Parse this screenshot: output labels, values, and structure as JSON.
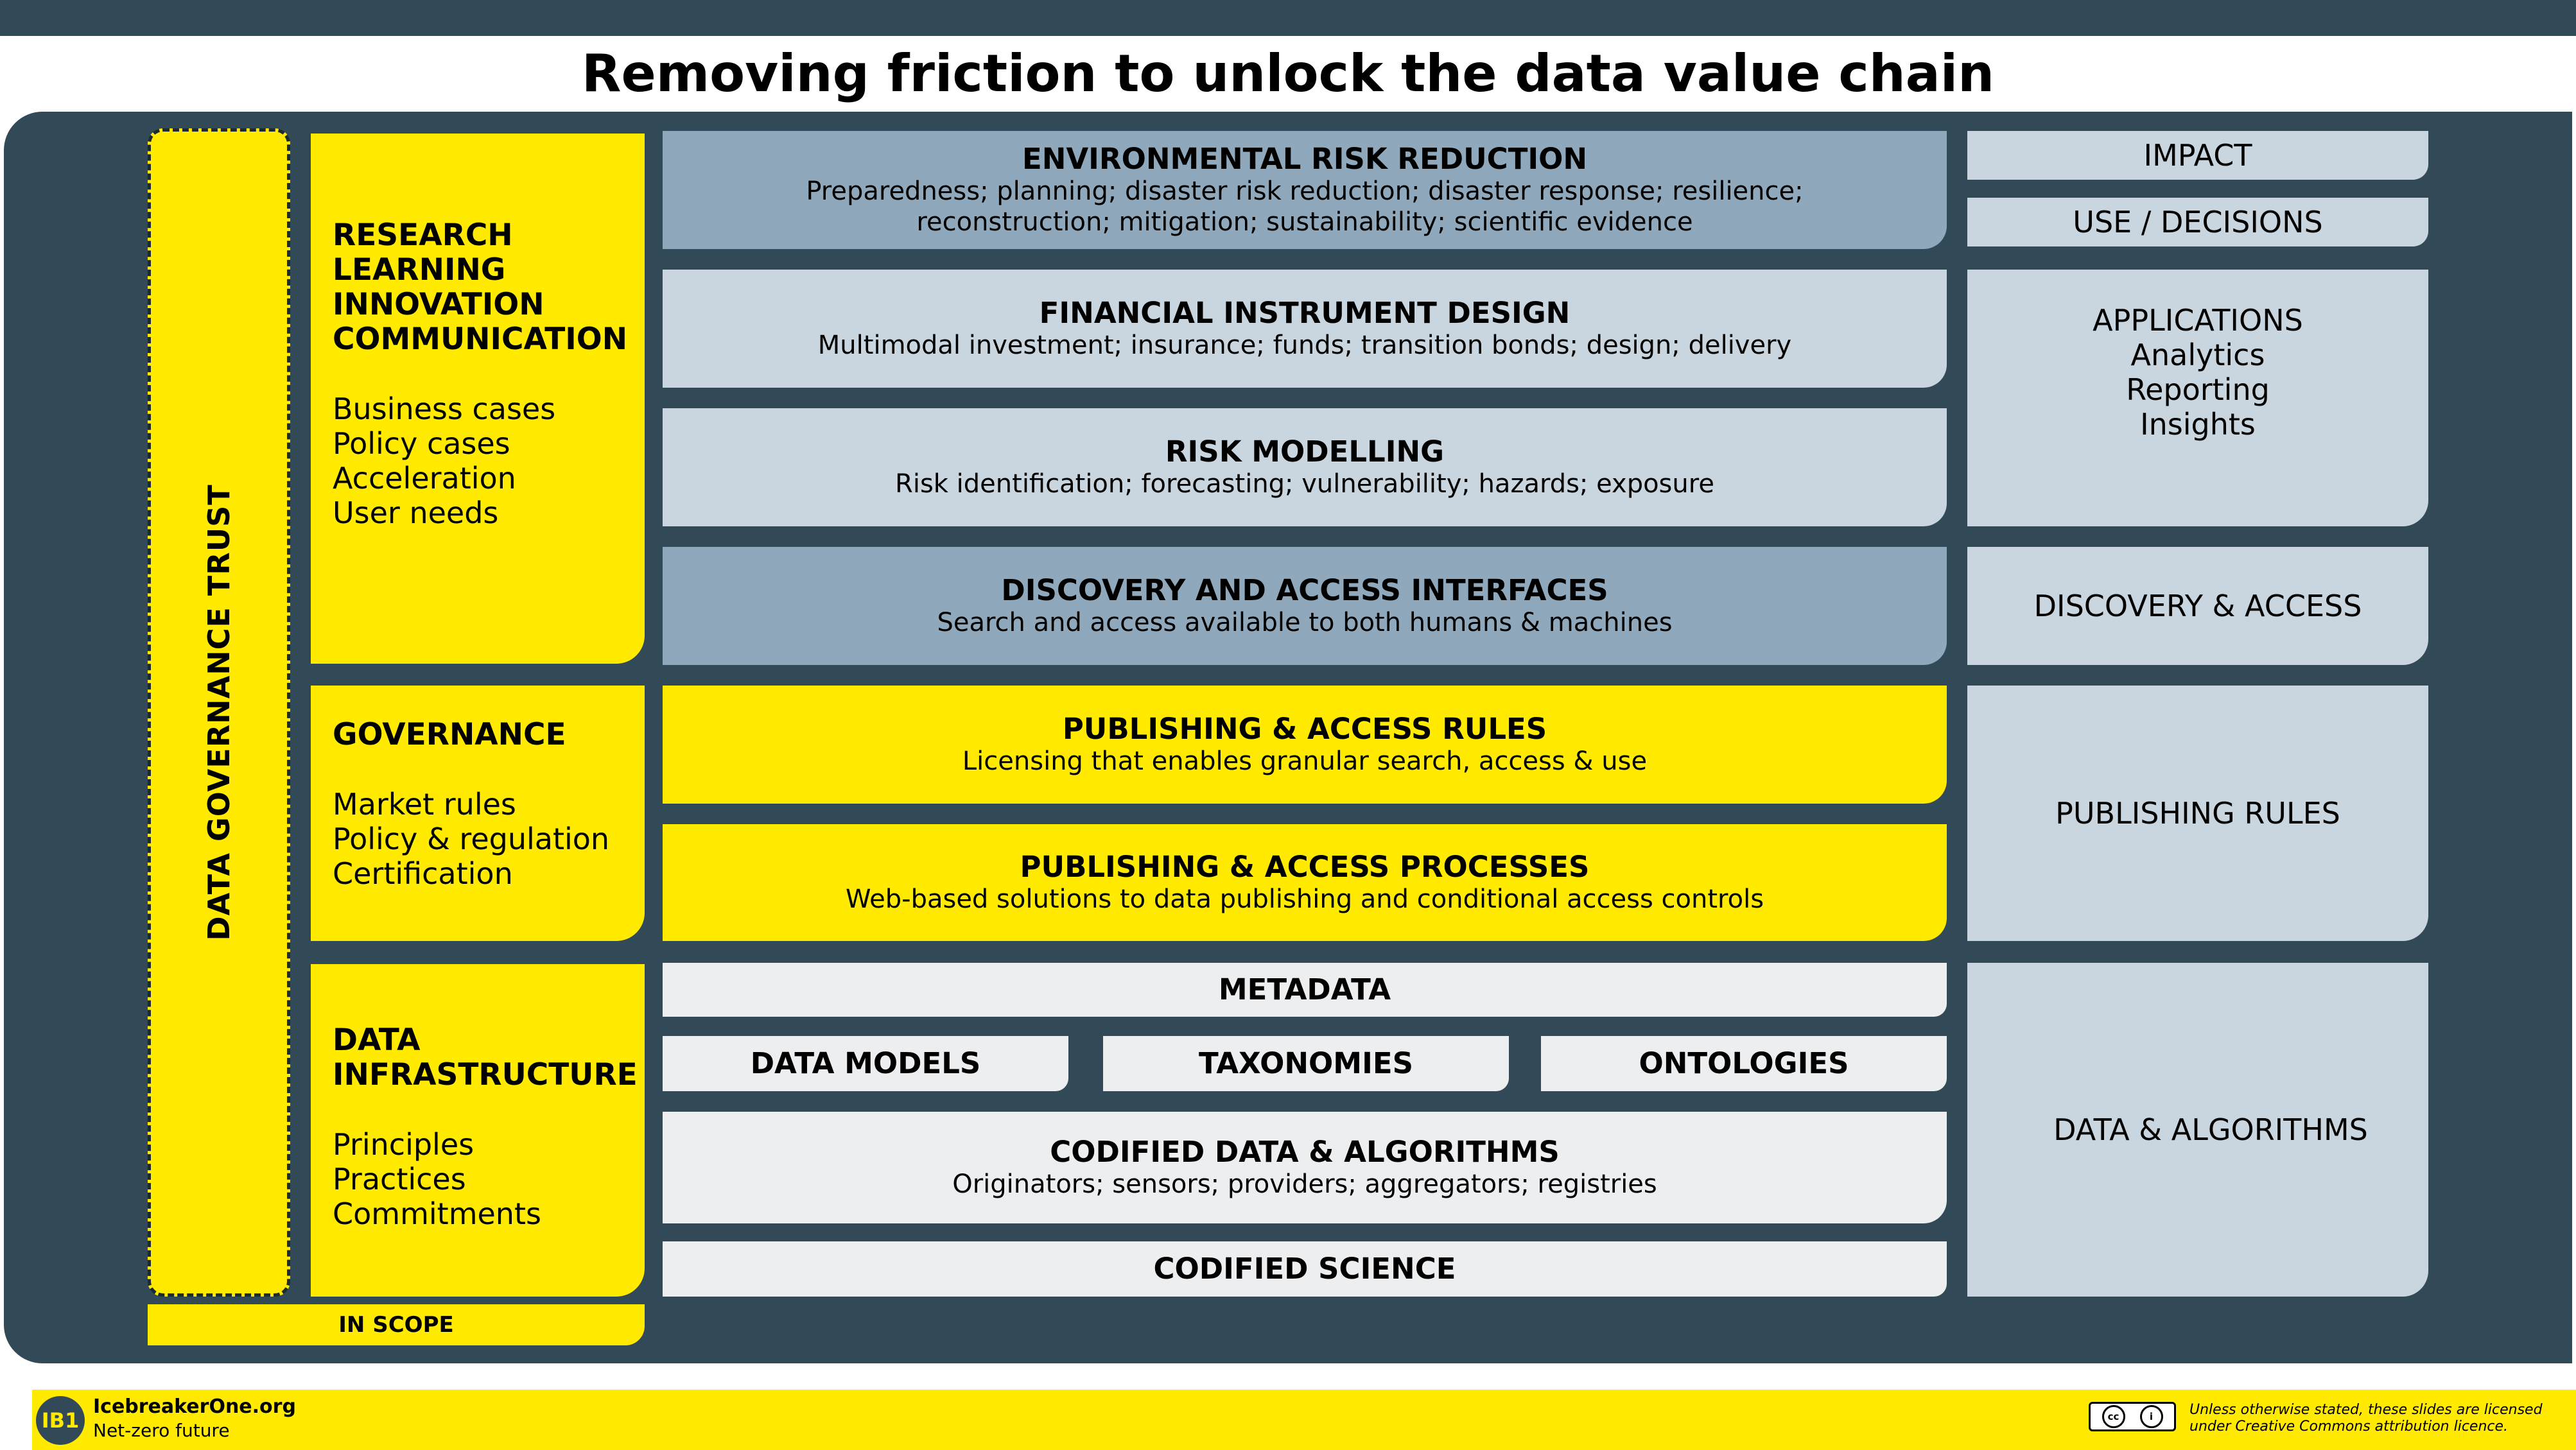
{
  "title": "Removing friction to unlock the data value chain",
  "governance_trust": "DATA GOVERNANCE TRUST",
  "in_scope": "IN SCOPE",
  "left_boxes": {
    "research": {
      "heads": [
        "RESEARCH",
        "LEARNING",
        "INNOVATION",
        "COMMUNICATION"
      ],
      "items": [
        "Business cases",
        "Policy cases",
        "Acceleration",
        "User needs"
      ]
    },
    "governance": {
      "heads": [
        "GOVERNANCE"
      ],
      "items": [
        "Market rules",
        "Policy & regulation",
        "Certification"
      ]
    },
    "infrastructure": {
      "heads": [
        "DATA",
        "INFRASTRUCTURE"
      ],
      "items": [
        "Principles",
        "Practices",
        "Commitments"
      ]
    }
  },
  "blocks": {
    "env_risk": {
      "title": "ENVIRONMENTAL RISK REDUCTION",
      "line1": "Preparedness; planning; disaster risk reduction; disaster response; resilience;",
      "line2": "reconstruction; mitigation; sustainability; scientific evidence"
    },
    "financial": {
      "title": "FINANCIAL INSTRUMENT DESIGN",
      "line1": "Multimodal investment; insurance; funds; transition bonds; design; delivery"
    },
    "risk_modelling": {
      "title": "RISK MODELLING",
      "line1": "Risk identification; forecasting; vulnerability; hazards; exposure"
    },
    "discovery": {
      "title": "DISCOVERY AND ACCESS INTERFACES",
      "line1": "Search and access available to both humans & machines"
    },
    "pub_rules": {
      "title": "PUBLISHING & ACCESS RULES",
      "line1": "Licensing that enables granular search, access & use"
    },
    "pub_processes": {
      "title": "PUBLISHING & ACCESS PROCESSES",
      "line1": "Web-based solutions to data publishing and conditional access controls"
    },
    "metadata": {
      "title": "METADATA"
    },
    "data_models": {
      "title": "DATA MODELS"
    },
    "taxonomies": {
      "title": "TAXONOMIES"
    },
    "ontologies": {
      "title": "ONTOLOGIES"
    },
    "codified_data": {
      "title": "CODIFIED DATA & ALGORITHMS",
      "line1": "Originators; sensors; providers; aggregators; registries"
    },
    "codified_science": {
      "title": "CODIFIED SCIENCE"
    }
  },
  "side": {
    "impact": "IMPACT",
    "use": "USE / DECISIONS",
    "applications": [
      "APPLICATIONS",
      "Analytics",
      "Reporting",
      "Insights"
    ],
    "discovery": "DISCOVERY & ACCESS",
    "publishing": "PUBLISHING RULES",
    "data": "DATA & ALGORITHMS"
  },
  "footer": {
    "logo": "IB1",
    "org": "IcebreakerOne.org",
    "tagline": "Net-zero future",
    "cc_labels": [
      "cc",
      "i"
    ],
    "license_line1": "Unless otherwise stated, these slides are licensed",
    "license_line2": "under Creative Commons attribution licence."
  },
  "colors": {
    "panel": "#324a57",
    "yellow": "#ffea00",
    "dark_block": "#8fa8bc",
    "light_block": "#c9d5df",
    "pale_block": "#eceef0"
  }
}
